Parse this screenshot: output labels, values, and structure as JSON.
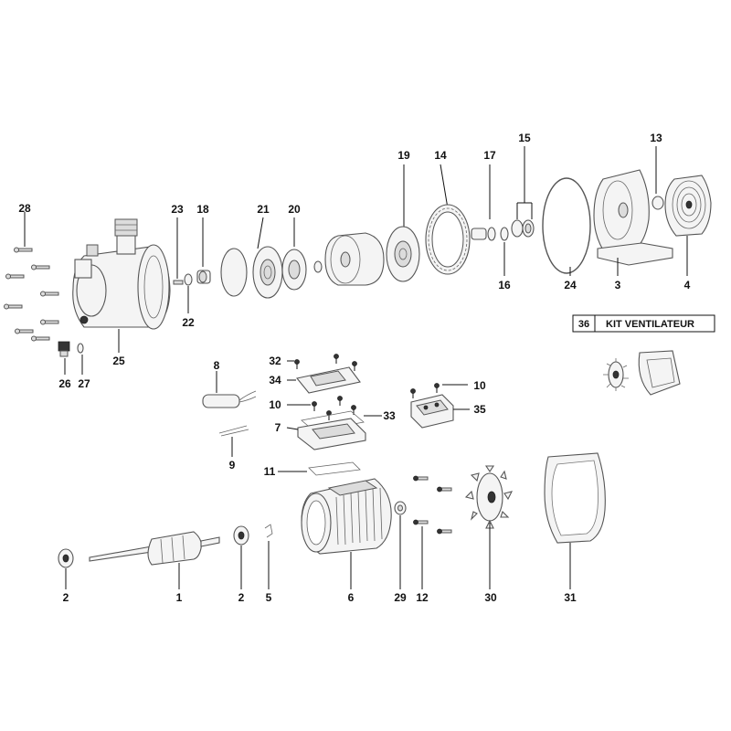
{
  "diagram": {
    "labels": {
      "n1": "1",
      "n2a": "2",
      "n2b": "2",
      "n3": "3",
      "n4": "4",
      "n5": "5",
      "n6": "6",
      "n7": "7",
      "n8": "8",
      "n9": "9",
      "n10a": "10",
      "n10b": "10",
      "n11": "11",
      "n12": "12",
      "n13": "13",
      "n14": "14",
      "n15": "15",
      "n16": "16",
      "n17": "17",
      "n18": "18",
      "n19": "19",
      "n20": "20",
      "n21": "21",
      "n22": "22",
      "n23": "23",
      "n24": "24",
      "n25": "25",
      "n26": "26",
      "n27": "27",
      "n28": "28",
      "n29": "29",
      "n30": "30",
      "n31": "31",
      "n32": "32",
      "n33": "33",
      "n34": "34",
      "n35": "35"
    },
    "kit": {
      "number": "36",
      "label": "KIT VENTILATEUR"
    }
  }
}
